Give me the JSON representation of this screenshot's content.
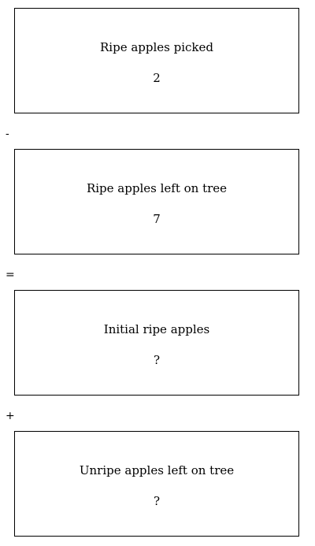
{
  "boxes": [
    {
      "label": "Ripe apples picked",
      "value": "2"
    },
    {
      "label": "Ripe apples left on tree",
      "value": "7"
    },
    {
      "label": "Initial ripe apples",
      "value": "?"
    },
    {
      "label": "Unripe apples left on tree",
      "value": "?"
    }
  ],
  "operators": [
    "-",
    "=",
    "+"
  ]
}
